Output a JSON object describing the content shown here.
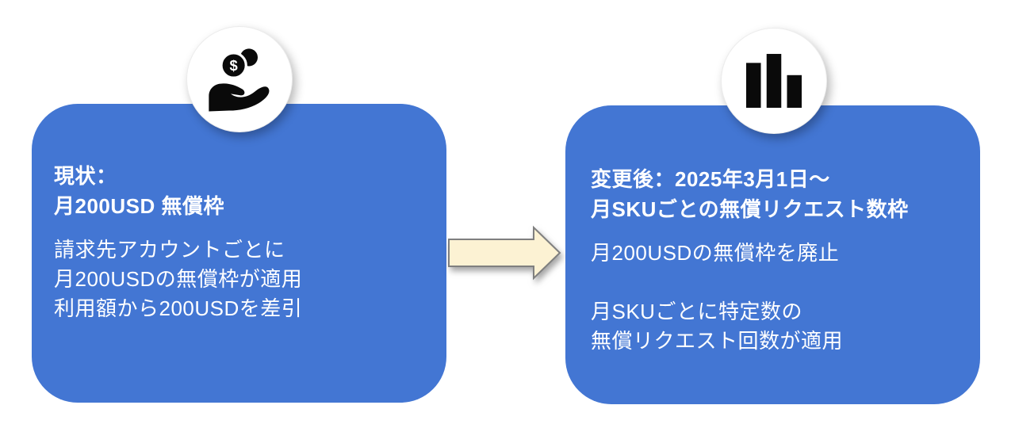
{
  "page": {
    "background_color": "#FFFFFF",
    "card_color": "#4376D3",
    "card_text_color": "#FFFFFF",
    "icon_color": "#0A0A0A",
    "icon_circle_color": "#FFFFFF"
  },
  "cards": {
    "current": {
      "title": "現状：\n月200USD 無償枠",
      "body": "請求先アカウントごとに\n月200USDの無償枠が適用\n利用額から200USDを差引",
      "icon": "hand-holding-money-icon",
      "coin_symbol": "$"
    },
    "after": {
      "title": "変更後：2025年3月1日〜\n月SKUごとの無償リクエスト数枠",
      "body": "月200USDの無償枠を廃止\n\n月SKUごとに特定数の\n無償リクエスト回数が適用",
      "icon": "bar-chart-icon"
    }
  },
  "arrow": {
    "direction": "right",
    "fill": "#FCF2D3",
    "stroke": "#7F7F7F"
  }
}
